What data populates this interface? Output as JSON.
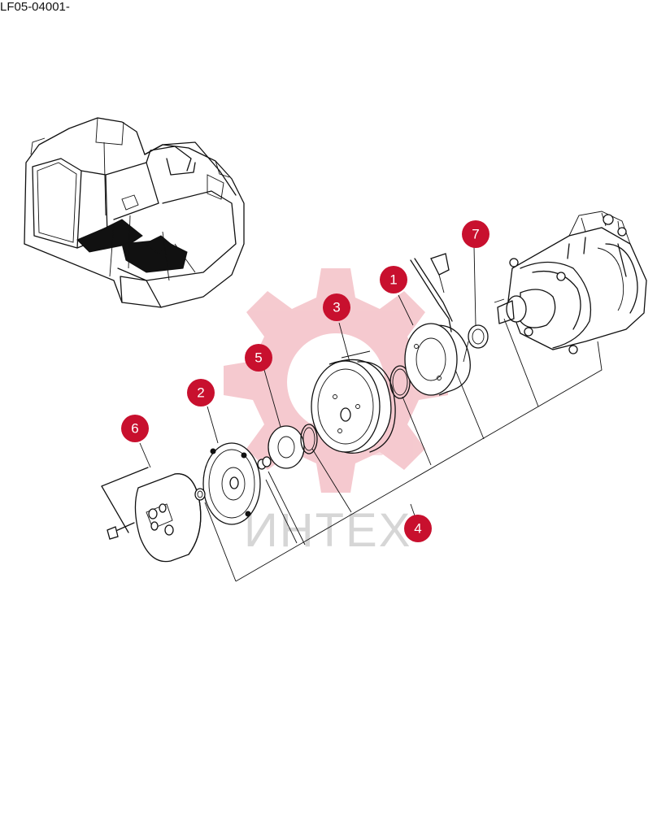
{
  "header": {
    "code": "LF05-04001-"
  },
  "watermark": {
    "text": "ИНТЕХ"
  },
  "callouts": [
    {
      "id": "1",
      "label": "1"
    },
    {
      "id": "2",
      "label": "2"
    },
    {
      "id": "3",
      "label": "3"
    },
    {
      "id": "4",
      "label": "4"
    },
    {
      "id": "5",
      "label": "5"
    },
    {
      "id": "6",
      "label": "6"
    },
    {
      "id": "7",
      "label": "7"
    }
  ],
  "colors": {
    "callout": "#c8102e",
    "watermark": "#f2b8bf",
    "line": "#111111"
  }
}
